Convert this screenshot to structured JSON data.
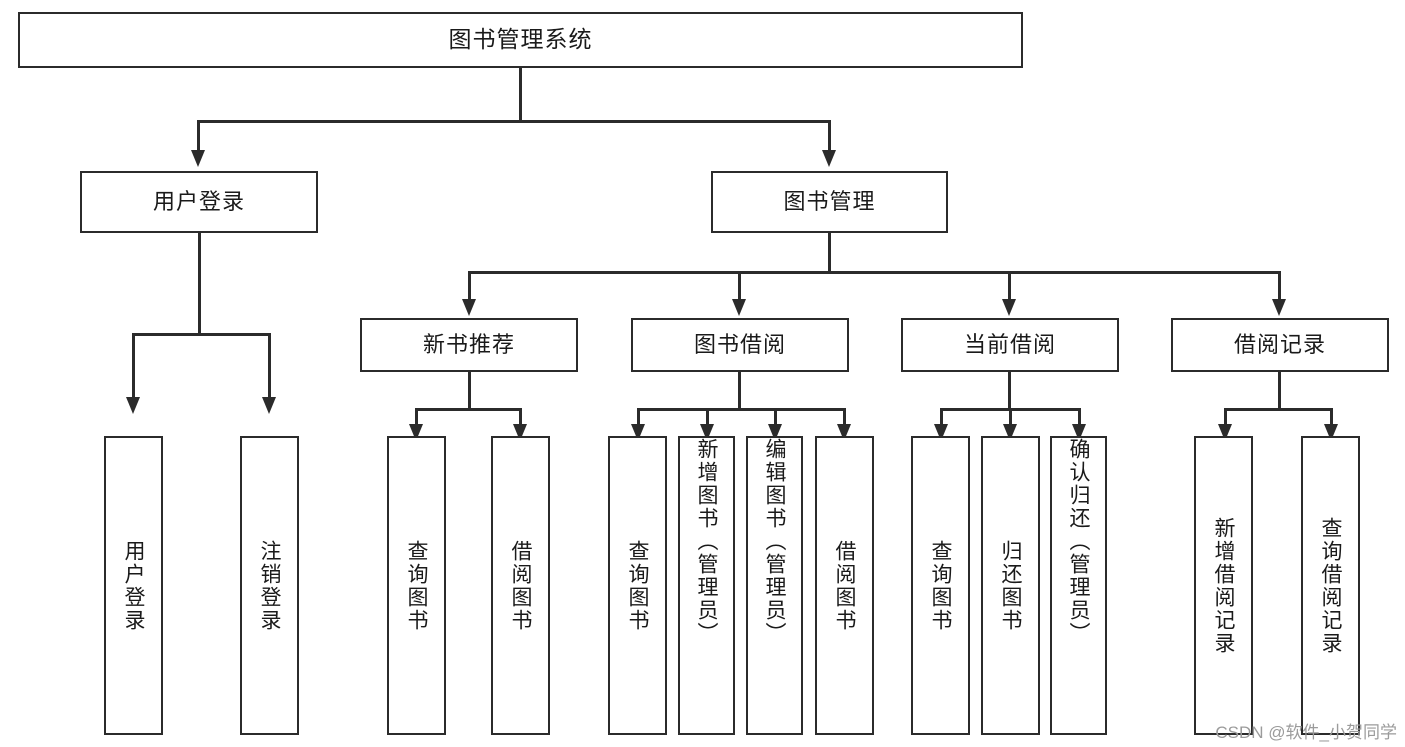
{
  "diagram": {
    "title": "图书管理系统",
    "type": "functional-structure-tree",
    "stroke_color": "#2b2b2b",
    "background_color": "#ffffff",
    "text_color": "#1a1a1a"
  },
  "nodes": {
    "root": {
      "label": "图书管理系统"
    },
    "level2": [
      {
        "label": "用户登录"
      },
      {
        "label": "图书管理"
      }
    ],
    "level3": [
      {
        "label": "新书推荐"
      },
      {
        "label": "图书借阅"
      },
      {
        "label": "当前借阅"
      },
      {
        "label": "借阅记录"
      }
    ],
    "leaves": [
      {
        "label": "用户登录"
      },
      {
        "label": "注销登录"
      },
      {
        "label": "查询图书"
      },
      {
        "label": "借阅图书"
      },
      {
        "label": "查询图书"
      },
      {
        "label": "新增图书（管理员）"
      },
      {
        "label": "编辑图书（管理员）"
      },
      {
        "label": "借阅图书"
      },
      {
        "label": "查询图书"
      },
      {
        "label": "归还图书"
      },
      {
        "label": "确认归还（管理员）"
      },
      {
        "label": "新增借阅记录"
      },
      {
        "label": "查询借阅记录"
      }
    ]
  },
  "watermark": {
    "text": "CSDN @软件_小贺同学",
    "color": "#9b9b9b"
  },
  "chart_data": {
    "type": "table",
    "title": "图书管理系统功能结构图",
    "tree": {
      "name": "图书管理系统",
      "children": [
        {
          "name": "用户登录",
          "children": [
            {
              "name": "用户登录"
            },
            {
              "name": "注销登录"
            }
          ]
        },
        {
          "name": "图书管理",
          "children": [
            {
              "name": "新书推荐",
              "children": [
                {
                  "name": "查询图书"
                },
                {
                  "name": "借阅图书"
                }
              ]
            },
            {
              "name": "图书借阅",
              "children": [
                {
                  "name": "查询图书"
                },
                {
                  "name": "新增图书（管理员）"
                },
                {
                  "name": "编辑图书（管理员）"
                },
                {
                  "name": "借阅图书"
                }
              ]
            },
            {
              "name": "当前借阅",
              "children": [
                {
                  "name": "查询图书"
                },
                {
                  "name": "归还图书"
                },
                {
                  "name": "确认归还（管理员）"
                }
              ]
            },
            {
              "name": "借阅记录",
              "children": [
                {
                  "name": "新增借阅记录"
                },
                {
                  "name": "查询借阅记录"
                }
              ]
            }
          ]
        }
      ]
    }
  }
}
